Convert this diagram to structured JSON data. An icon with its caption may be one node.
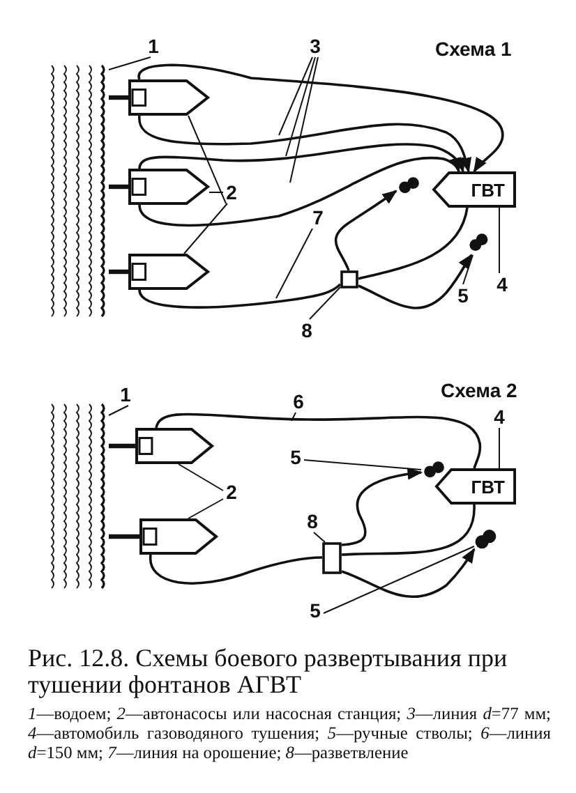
{
  "diagram": {
    "title": "Рис. 12.8. Схемы боевого развертывания при тушении фонтанов АГВТ",
    "caption": "*1*—водоем; *2*—автонасосы или насосная станция; *3*—линия *d*=77 мм; *4*—автомобиль газоводяного тушения; *5*—ручные стволы; *6*—линия *d*=150 мм; *7*—линия на орошение; *8*—разветвление",
    "nodes": [
      {
        "text": [
          "1"
        ]
      },
      {
        "text": [],
        "shape": "water"
      },
      {
        "text": [],
        "shape": "truck"
      },
      {
        "text": [],
        "shape": "truck"
      },
      {
        "text": [],
        "shape": "truck"
      },
      {
        "text": [
          "2"
        ]
      },
      {
        "text": [
          "ГВТ"
        ]
      },
      {
        "text": [
          "3"
        ]
      },
      {
        "text": [],
        "shape": "nozzle"
      },
      {
        "text": [],
        "shape": "nozzle"
      },
      {
        "text": [
          "4"
        ]
      },
      {
        "text": [
          "5"
        ]
      },
      {
        "text": [
          "7"
        ]
      },
      {
        "text": [],
        "shape": "box"
      },
      {
        "text": [
          "8"
        ]
      },
      {
        "text": [
          "1"
        ]
      },
      {
        "text": [],
        "shape": "water"
      },
      {
        "text": [],
        "shape": "truck"
      },
      {
        "text": [],
        "shape": "truck"
      },
      {
        "text": [
          "6"
        ]
      },
      {
        "text": [
          "4"
        ]
      },
      {
        "text": [
          "ГВТ"
        ]
      },
      {
        "text": [
          "2"
        ]
      },
      {
        "text": [
          "5"
        ]
      },
      {
        "text": [],
        "shape": "nozzle"
      },
      {
        "text": [
          "8"
        ]
      },
      {
        "text": [],
        "shape": "box"
      },
      {
        "text": [],
        "shape": "nozzle"
      },
      {
        "text": [
          "5"
        ]
      }
    ],
    "edges": [
      {
        "from": 0,
        "to": 1,
        "arrow": "none"
      },
      {
        "from": 1,
        "to": 2,
        "arrow": "none",
        "style": "thick"
      },
      {
        "from": 1,
        "to": 3,
        "arrow": "none",
        "style": "thick"
      },
      {
        "from": 1,
        "to": 4,
        "arrow": "none",
        "style": "thick"
      },
      {
        "from": 5,
        "to": 2,
        "arrow": "none"
      },
      {
        "from": 5,
        "to": 3,
        "arrow": "none"
      },
      {
        "from": 5,
        "to": 4,
        "arrow": "none"
      },
      {
        "from": 7,
        "to": null,
        "arrow": "none"
      },
      {
        "from": 7,
        "to": null,
        "arrow": "none"
      },
      {
        "from": 7,
        "to": null,
        "arrow": "none"
      },
      {
        "from": 2,
        "to": 6,
        "arrow": "to"
      },
      {
        "from": 2,
        "to": 6,
        "arrow": "to"
      },
      {
        "from": 3,
        "to": 6,
        "arrow": "to"
      },
      {
        "from": 3,
        "to": 6,
        "arrow": "to"
      },
      {
        "from": 4,
        "to": 13,
        "arrow": "none"
      },
      {
        "from": 13,
        "to": 6,
        "arrow": "none"
      },
      {
        "from": 13,
        "to": 8,
        "arrow": "to"
      },
      {
        "from": 13,
        "to": 9,
        "arrow": "to"
      },
      {
        "from": 10,
        "to": 6,
        "arrow": "none"
      },
      {
        "from": 11,
        "to": 9,
        "arrow": "none"
      },
      {
        "from": 12,
        "to": null,
        "arrow": "none"
      },
      {
        "from": 14,
        "to": 13,
        "arrow": "none"
      },
      {
        "from": 15,
        "to": 16,
        "arrow": "none"
      },
      {
        "from": 16,
        "to": 17,
        "arrow": "none",
        "style": "thick"
      },
      {
        "from": 16,
        "to": 18,
        "arrow": "none",
        "style": "thick"
      },
      {
        "from": 22,
        "to": 17,
        "arrow": "none"
      },
      {
        "from": 22,
        "to": 18,
        "arrow": "none"
      },
      {
        "from": 19,
        "to": null,
        "arrow": "none"
      },
      {
        "from": 20,
        "to": 21,
        "arrow": "none"
      },
      {
        "from": 23,
        "to": 24,
        "arrow": "none"
      },
      {
        "from": 28,
        "to": 27,
        "arrow": "none"
      },
      {
        "from": 25,
        "to": 26,
        "arrow": "none"
      },
      {
        "from": 17,
        "to": 21,
        "arrow": "none"
      },
      {
        "from": 18,
        "to": 26,
        "arrow": "none"
      },
      {
        "from": 26,
        "to": 21,
        "arrow": "none"
      },
      {
        "from": 26,
        "to": 24,
        "arrow": "to"
      },
      {
        "from": 26,
        "to": 27,
        "arrow": "to"
      }
    ],
    "labels": [
      "Схема 1",
      "Схема 2"
    ]
  }
}
